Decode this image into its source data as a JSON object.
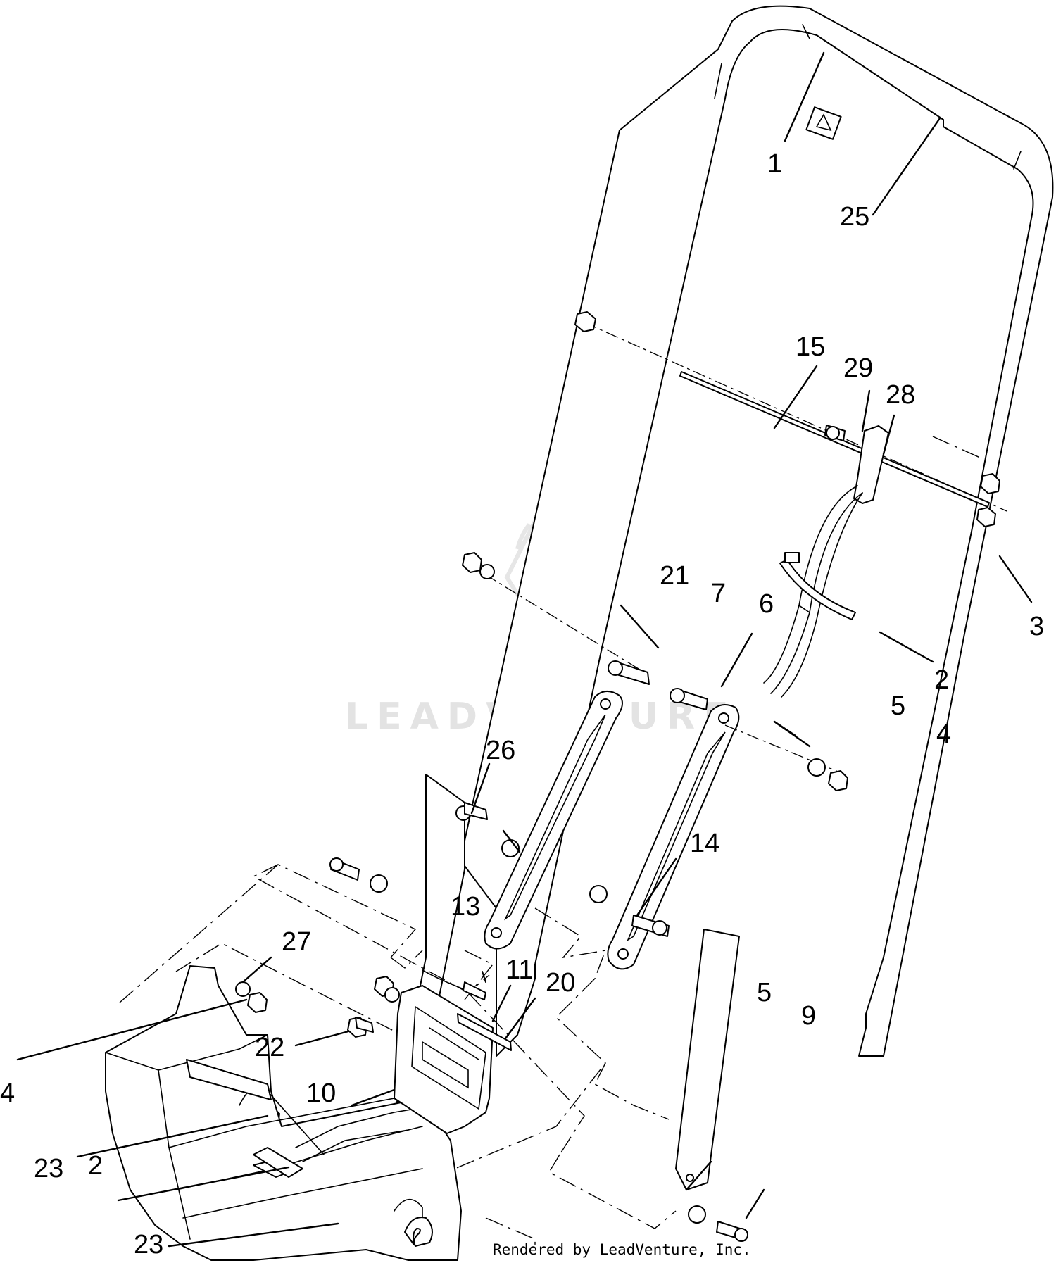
{
  "diagram": {
    "callouts": [
      {
        "id": "c1",
        "label": "1"
      },
      {
        "id": "c25",
        "label": "25"
      },
      {
        "id": "c15",
        "label": "15"
      },
      {
        "id": "c29",
        "label": "29"
      },
      {
        "id": "c28",
        "label": "28"
      },
      {
        "id": "c3",
        "label": "3"
      },
      {
        "id": "c21",
        "label": "21"
      },
      {
        "id": "c7",
        "label": "7"
      },
      {
        "id": "c6",
        "label": "6"
      },
      {
        "id": "c2a",
        "label": "2"
      },
      {
        "id": "c5a",
        "label": "5"
      },
      {
        "id": "c4a",
        "label": "4"
      },
      {
        "id": "c26",
        "label": "26"
      },
      {
        "id": "c14",
        "label": "14"
      },
      {
        "id": "c13",
        "label": "13"
      },
      {
        "id": "c11",
        "label": "11"
      },
      {
        "id": "c20",
        "label": "20"
      },
      {
        "id": "c27",
        "label": "27"
      },
      {
        "id": "c5b",
        "label": "5"
      },
      {
        "id": "c9",
        "label": "9"
      },
      {
        "id": "c22",
        "label": "22"
      },
      {
        "id": "c4b",
        "label": "4"
      },
      {
        "id": "c10",
        "label": "10"
      },
      {
        "id": "c23a",
        "label": "23"
      },
      {
        "id": "c2b",
        "label": "2"
      },
      {
        "id": "c23b",
        "label": "23"
      }
    ],
    "credit": "Rendered by LeadVenture, Inc.",
    "watermark": "LEADVENTURE"
  }
}
